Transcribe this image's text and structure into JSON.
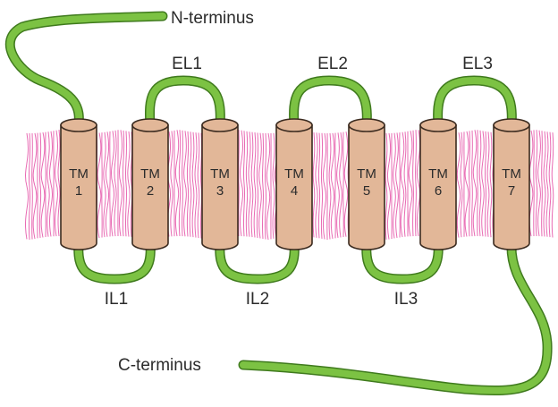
{
  "labels": {
    "n_terminus": "N-terminus",
    "c_terminus": "C-terminus",
    "extracellular_loops": [
      "EL1",
      "EL2",
      "EL3"
    ],
    "intracellular_loops": [
      "IL1",
      "IL2",
      "IL3"
    ]
  },
  "helices": [
    {
      "line1": "TM",
      "line2": "1"
    },
    {
      "line1": "TM",
      "line2": "2"
    },
    {
      "line1": "TM",
      "line2": "3"
    },
    {
      "line1": "TM",
      "line2": "4"
    },
    {
      "line1": "TM",
      "line2": "5"
    },
    {
      "line1": "TM",
      "line2": "6"
    },
    {
      "line1": "TM",
      "line2": "7"
    }
  ],
  "colors": {
    "chain": "#7cc243",
    "chain_edge": "#3f7a1d",
    "helix_fill": "#e2b798",
    "helix_edge": "#3a2a1f",
    "membrane": "#e0389a"
  }
}
